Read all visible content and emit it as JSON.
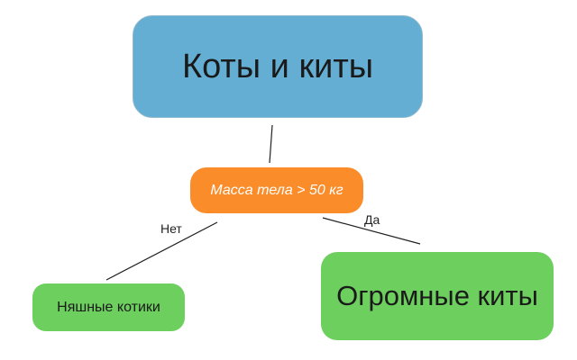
{
  "diagram": {
    "root": {
      "label": "Коты и киты",
      "color": "#64aed4"
    },
    "question": {
      "label": "Масса тела > 50 кг",
      "color": "#fa8c2a"
    },
    "edge_no": {
      "label": "Нет"
    },
    "edge_yes": {
      "label": "Да"
    },
    "leaf_no": {
      "label": "Няшные котики",
      "color": "#6ccf5e"
    },
    "leaf_yes": {
      "label": "Огромные киты",
      "color": "#6ccf5e"
    },
    "line_color": "#222222"
  }
}
